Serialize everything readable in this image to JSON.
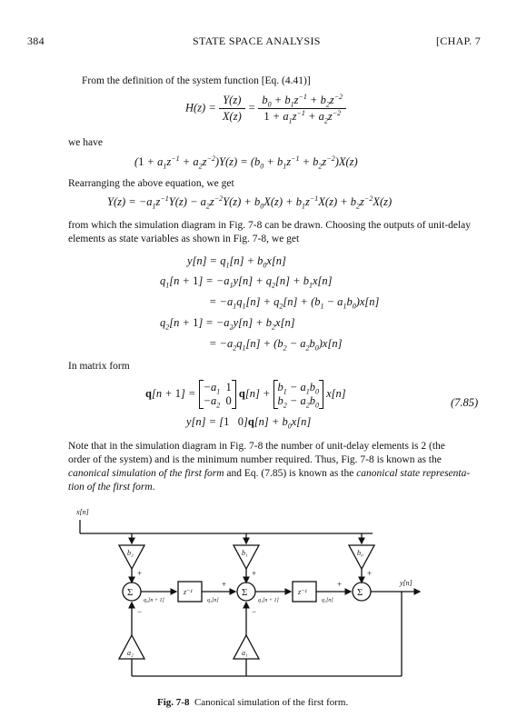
{
  "header": {
    "page_number": "384",
    "title": "STATE SPACE ANALYSIS",
    "chapter": "[CHAP. 7"
  },
  "text": {
    "intro": "From the definition of the system function [Eq. (4.41)]",
    "we_have": "we have",
    "rearranging": "Rearranging the above equation, we get",
    "sim_line1": "from which the simulation diagram in Fig. 7-8 can be drawn. Choosing the outputs of unit-delay",
    "sim_line2": "elements as state variables as shown in Fig. 7-8, we get",
    "matrix_form": "In matrix form",
    "eq_number": "(7.85)",
    "note_line1": "Note that in the simulation diagram in Fig. 7-8 the number of unit-delay elements is 2 (the",
    "note_line2": "order of the system) and is the minimum number required. Thus, Fig. 7-8 is known as the",
    "note_line3a": "canonical simulation of the first form",
    "note_line3b": " and Eq. (7.85) is known as the ",
    "note_line3c": "canonical state representa-",
    "note_line4": "tion of the first form",
    "note_line4_end": "."
  },
  "figure": {
    "input_label": "x[n]",
    "output_label": "y[n]",
    "gain_b2": "b₂",
    "gain_b1": "b₁",
    "gain_b0": "b₀",
    "gain_a2": "a₂",
    "gain_a1": "a₁",
    "sum_symbol": "Σ",
    "delay_label": "z⁻¹",
    "plus": "+",
    "minus": "−",
    "sig_q2n1": "q₂[n + 1]",
    "sig_q2n": "q₂[n]",
    "sig_q1n1": "q₁[n + 1]",
    "sig_q1n": "q₁[n]",
    "caption_label": "Fig. 7-8",
    "caption_text": "Canonical simulation of the first form."
  }
}
